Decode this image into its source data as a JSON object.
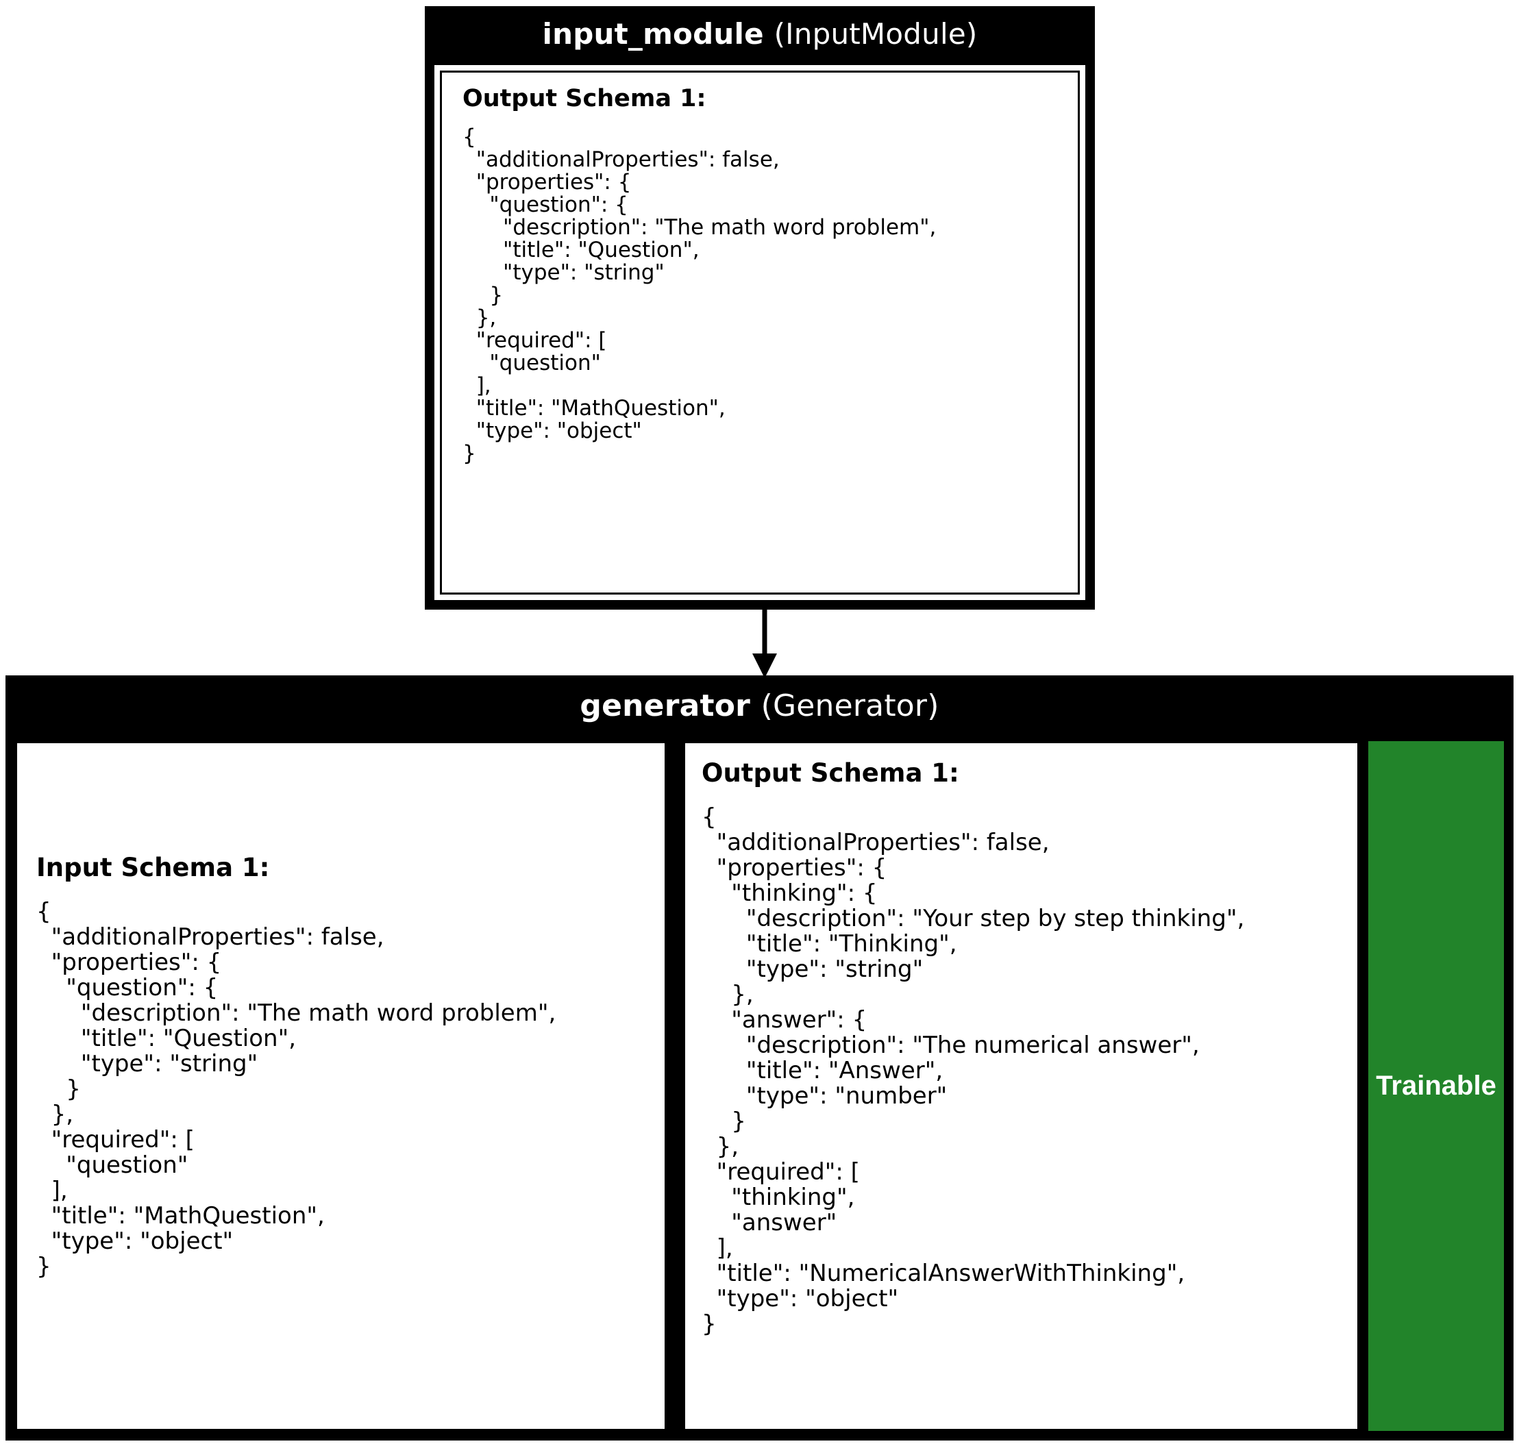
{
  "diagram": {
    "type": "module-pipeline",
    "accent_green": "#22842a",
    "background": "#ffffff",
    "border_color": "#000000",
    "header_background": "#000000",
    "header_text_color": "#ffffff"
  },
  "input_module": {
    "header": {
      "name": "input_module",
      "type": "(InputModule)"
    },
    "output_schema": {
      "title": "Output Schema 1:",
      "json": "{\n  \"additionalProperties\": false,\n  \"properties\": {\n    \"question\": {\n      \"description\": \"The math word problem\",\n      \"title\": \"Question\",\n      \"type\": \"string\"\n    }\n  },\n  \"required\": [\n    \"question\"\n  ],\n  \"title\": \"MathQuestion\",\n  \"type\": \"object\"\n}"
    }
  },
  "connector": {
    "from": "input_module",
    "to": "generator",
    "style": "solid-arrow-down"
  },
  "generator": {
    "header": {
      "name": "generator",
      "type": "(Generator)"
    },
    "input_schema": {
      "title": "Input Schema 1:",
      "json": "{\n  \"additionalProperties\": false,\n  \"properties\": {\n    \"question\": {\n      \"description\": \"The math word problem\",\n      \"title\": \"Question\",\n      \"type\": \"string\"\n    }\n  },\n  \"required\": [\n    \"question\"\n  ],\n  \"title\": \"MathQuestion\",\n  \"type\": \"object\"\n}"
    },
    "output_schema": {
      "title": "Output Schema 1:",
      "json": "{\n  \"additionalProperties\": false,\n  \"properties\": {\n    \"thinking\": {\n      \"description\": \"Your step by step thinking\",\n      \"title\": \"Thinking\",\n      \"type\": \"string\"\n    },\n    \"answer\": {\n      \"description\": \"The numerical answer\",\n      \"title\": \"Answer\",\n      \"type\": \"number\"\n    }\n  },\n  \"required\": [\n    \"thinking\",\n    \"answer\"\n  ],\n  \"title\": \"NumericalAnswerWithThinking\",\n  \"type\": \"object\"\n}"
    },
    "trainable_badge": {
      "label": "Trainable",
      "color": "#22842a"
    }
  }
}
